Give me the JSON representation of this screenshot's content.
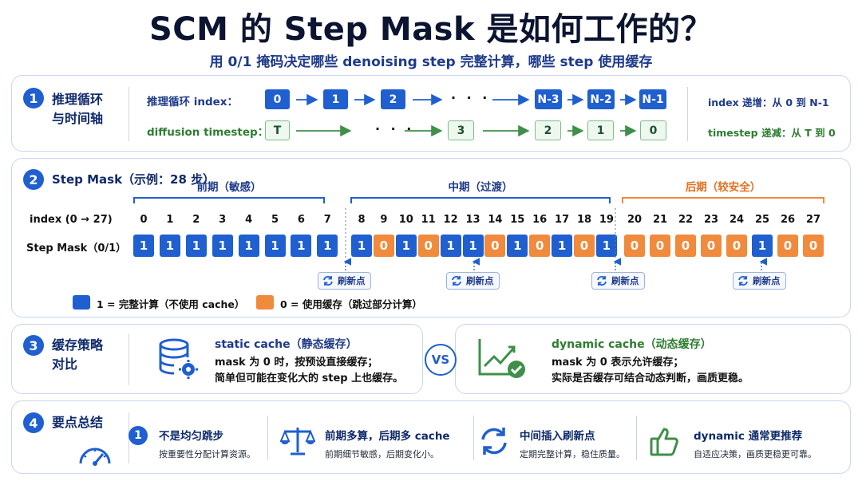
{
  "title": "SCM 的 Step Mask 是如何工作的？",
  "subtitle": "用 0/1 掩码决定哪些 denoising step 完整计算，哪些 step 使用缓存",
  "colors": {
    "blue": "#1f5fcf",
    "orange": "#f08a3c",
    "green": "#3f8f4a",
    "navy": "#0f2a6b"
  },
  "sec1": {
    "num": "1",
    "title_l1": "推理循环",
    "title_l2": "与时间轴",
    "index_label": "推理循环 index：",
    "index_boxes": [
      "0",
      "1",
      "2",
      "N-3",
      "N-2",
      "N-1"
    ],
    "dots": "· · ·",
    "timestep_label": "diffusion timestep：",
    "timestep_boxes": [
      "T",
      "3",
      "2",
      "1",
      "0"
    ],
    "note1": "index 递增：从 0 到 N-1",
    "note2": "timestep 递减：从 T 到 0"
  },
  "sec2": {
    "num": "2",
    "title": "Step Mask（示例：28 步）",
    "phases": [
      "前期（敏感）",
      "中期（过渡）",
      "后期（较安全）"
    ],
    "index_label": "index (0 → 27)",
    "mask_label": "Step Mask（0/1）",
    "indices": [
      "0",
      "1",
      "2",
      "3",
      "4",
      "5",
      "6",
      "7",
      "8",
      "9",
      "10",
      "11",
      "12",
      "13",
      "14",
      "15",
      "16",
      "17",
      "18",
      "19",
      "20",
      "21",
      "22",
      "23",
      "24",
      "25",
      "26",
      "27"
    ],
    "mask": [
      1,
      1,
      1,
      1,
      1,
      1,
      1,
      1,
      1,
      0,
      1,
      0,
      1,
      1,
      0,
      1,
      0,
      1,
      0,
      1,
      0,
      0,
      0,
      0,
      0,
      1,
      0,
      0
    ],
    "refresh_label": "刷新点",
    "legend_one": "1 = 完整计算（不使用 cache）",
    "legend_zero": "0 = 使用缓存（跳过部分计算）"
  },
  "sec3": {
    "num": "3",
    "title_l1": "缓存策略",
    "title_l2": "对比",
    "static_title": "static cache（静态缓存）",
    "static_l1": "mask 为 0 时，按预设直接缓存；",
    "static_l2": "简单但可能在变化大的 step 上也缓存。",
    "vs": "VS",
    "dynamic_title": "dynamic cache（动态缓存）",
    "dynamic_l1": "mask 为 0 表示允许缓存；",
    "dynamic_l2": "实际是否缓存可结合动态判断，画质更稳。"
  },
  "sec4": {
    "num": "4",
    "title": "要点总结",
    "points": [
      {
        "icon": "number-one-icon",
        "num": "1",
        "title": "不是均匀跳步",
        "text": "按重要性分配计算资源。"
      },
      {
        "icon": "balance-scale-icon",
        "title": "前期多算，后期多 cache",
        "text": "前期细节敏感，后期变化小。"
      },
      {
        "icon": "refresh-arrows-icon",
        "title": "中间插入刷新点",
        "text": "定期完整计算，稳住质量。"
      },
      {
        "icon": "thumbs-up-icon",
        "title": "dynamic 通常更推荐",
        "text": "自适应决策，画质更稳更可靠。"
      }
    ]
  }
}
